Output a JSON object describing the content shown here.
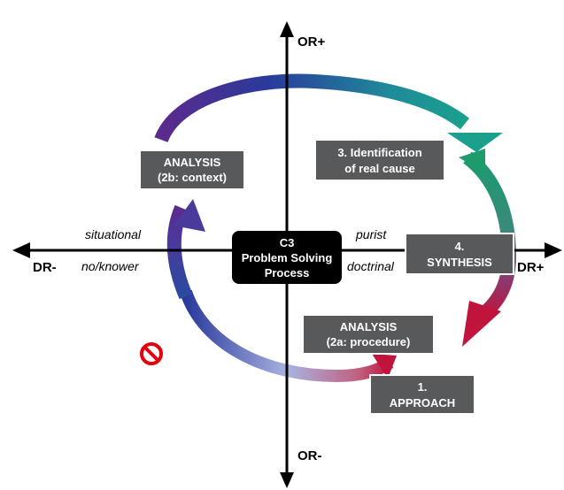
{
  "axes": {
    "top": "OR+",
    "bottom": "OR-",
    "left": "DR-",
    "right": "DR+"
  },
  "quadrant_labels": {
    "upper_left": "situational",
    "lower_left": "no/knower",
    "upper_right": "purist",
    "lower_right": "doctrinal"
  },
  "center": {
    "line1": "C3",
    "line2": "Problem Solving",
    "line3": "Process"
  },
  "steps": {
    "approach": {
      "line1": "1.",
      "line2": "APPROACH"
    },
    "analysis_procedure": {
      "line1": "ANALYSIS",
      "line2": "(2a: procedure)"
    },
    "analysis_context": {
      "line1": "ANALYSIS",
      "line2": "(2b: context)"
    },
    "identification": {
      "line1": "3. Identification",
      "line2": "of real cause"
    },
    "synthesis": {
      "line1": "4.",
      "line2": "SYNTHESIS"
    }
  },
  "icons": {
    "prohibited": "no-entry-icon"
  },
  "colors": {
    "box_fill": "#58595b",
    "box_border": "#ffffff",
    "center_fill": "#000000",
    "prohibited": "#e3000f",
    "arc_red": "#c0143c",
    "arc_blue": "#2a3a9c",
    "arc_purple": "#5b2a8c",
    "arc_teal": "#1aa08c",
    "arc_green": "#2e9a55"
  }
}
